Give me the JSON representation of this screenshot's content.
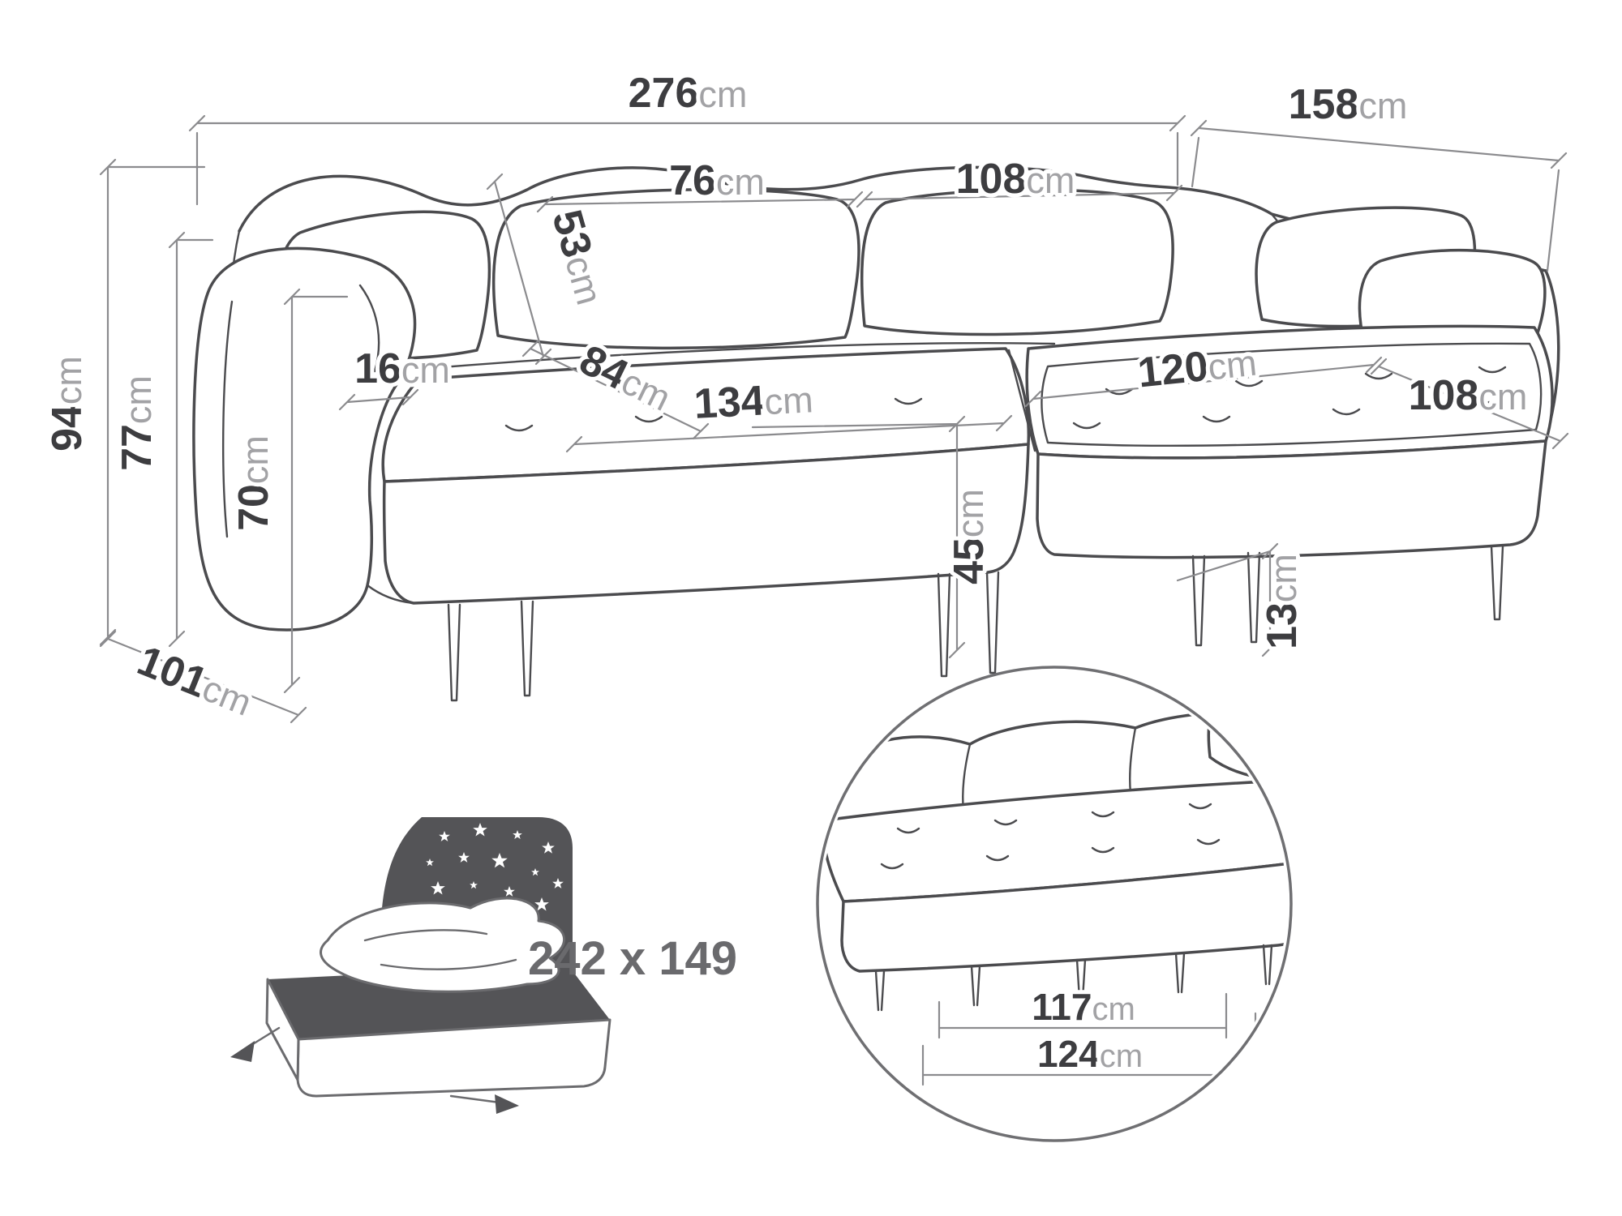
{
  "dims": {
    "total_width": {
      "value": "276",
      "unit": "cm"
    },
    "side_depth": {
      "value": "158",
      "unit": "cm"
    },
    "total_height": {
      "value": "94",
      "unit": "cm"
    },
    "backrest_height": {
      "value": "77",
      "unit": "cm"
    },
    "armrest_height": {
      "value": "70",
      "unit": "cm"
    },
    "base_depth": {
      "value": "101",
      "unit": "cm"
    },
    "armrest_width": {
      "value": "16",
      "unit": "cm"
    },
    "back_cushion_height": {
      "value": "53",
      "unit": "cm"
    },
    "back_cushion_width_center": {
      "value": "76",
      "unit": "cm"
    },
    "back_cushion_width_right": {
      "value": "108",
      "unit": "cm"
    },
    "seat_depth": {
      "value": "84",
      "unit": "cm"
    },
    "seat_width": {
      "value": "134",
      "unit": "cm"
    },
    "chaise_width": {
      "value": "120",
      "unit": "cm"
    },
    "chaise_depth": {
      "value": "108",
      "unit": "cm"
    },
    "seat_height": {
      "value": "45",
      "unit": "cm"
    },
    "leg_height": {
      "value": "13",
      "unit": "cm"
    }
  },
  "sleeping_area": {
    "text": "242 x 149"
  },
  "detail_inset": {
    "inner_length": {
      "value": "117",
      "unit": "cm"
    },
    "outer_length": {
      "value": "124",
      "unit": "cm"
    }
  },
  "colors": {
    "sofa_line": "#4b4b4e",
    "dimension_line": "#8b8b8e",
    "number_text": "#3d3d40",
    "unit_text": "#a2a2a5",
    "dark_fill": "#545457"
  }
}
